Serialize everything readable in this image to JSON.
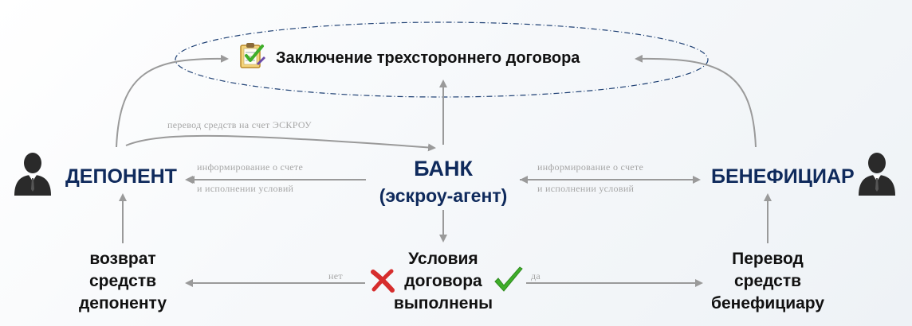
{
  "nodes": {
    "contract": "Заключение трехстороннего договора",
    "depositor": "ДЕПОНЕНТ",
    "bank_title": "БАНК",
    "bank_subtitle": "(эскроу-агент)",
    "beneficiary": "БЕНЕФИЦИАР",
    "conditions": [
      "Условия",
      "договора",
      "выполнены"
    ],
    "refund": [
      "возврат",
      "средств",
      "депоненту"
    ],
    "transfer": [
      "Перевод",
      "средств",
      "бенефициару"
    ]
  },
  "edge_labels": {
    "transfer_to_escrow": "перевод средств на счет ЭСКРОУ",
    "info_left": [
      "информирование о счете",
      "и исполнении условий"
    ],
    "info_right": [
      "информирование о счете",
      "и исполнении условий"
    ],
    "no": "нет",
    "yes": "да"
  },
  "icons": {
    "contract": "checklist-clipboard-icon",
    "depositor": "person-icon",
    "beneficiary": "person-icon",
    "no": "red-cross-icon",
    "yes": "green-check-icon"
  },
  "colors": {
    "party_text": "#0f2a5c",
    "arrow": "#9a9a9a",
    "ellipse": "#1d3f73",
    "cross": "#d62d2d",
    "check": "#3fae2a"
  }
}
